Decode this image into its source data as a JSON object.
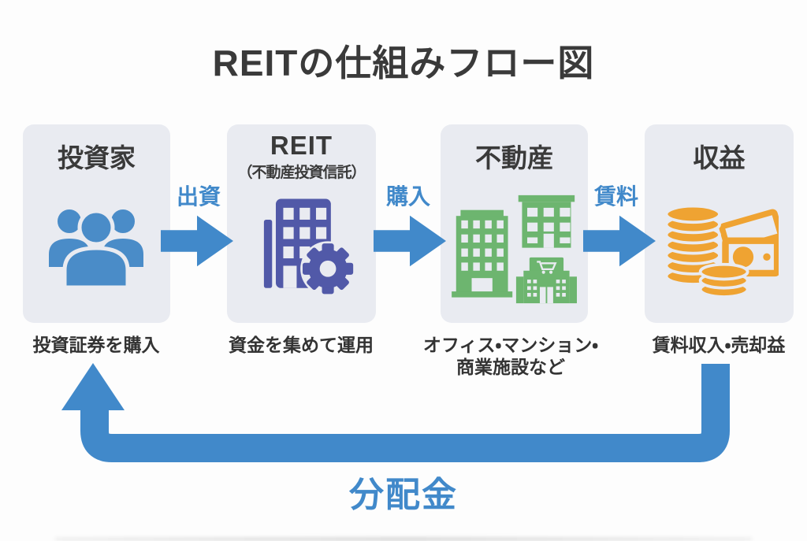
{
  "title": "REITの仕組みフロー図",
  "colors": {
    "arrow_blue": "#4189ca",
    "people_blue": "#4a8cc8",
    "reit_indigo": "#5159a8",
    "estate_green": "#6db56f",
    "money_orange": "#efa332",
    "box_background": "#e9ebf1",
    "text_dark": "#3a3a3a"
  },
  "boxes": [
    {
      "title": "投資家",
      "caption": "投資証券を購入"
    },
    {
      "title": "REIT",
      "subtitle": "（不動産投資信託）",
      "caption": "資金を集めて運用"
    },
    {
      "title": "不動産",
      "caption_line1": "オフィス・マンション・",
      "caption_line2": "商業施設など"
    },
    {
      "title": "収益",
      "caption": "賃料収入・売却益"
    }
  ],
  "flow_arrows": [
    {
      "label": "出資"
    },
    {
      "label": "購入"
    },
    {
      "label": "賃料"
    }
  ],
  "return_arrow": {
    "label": "分配金"
  }
}
